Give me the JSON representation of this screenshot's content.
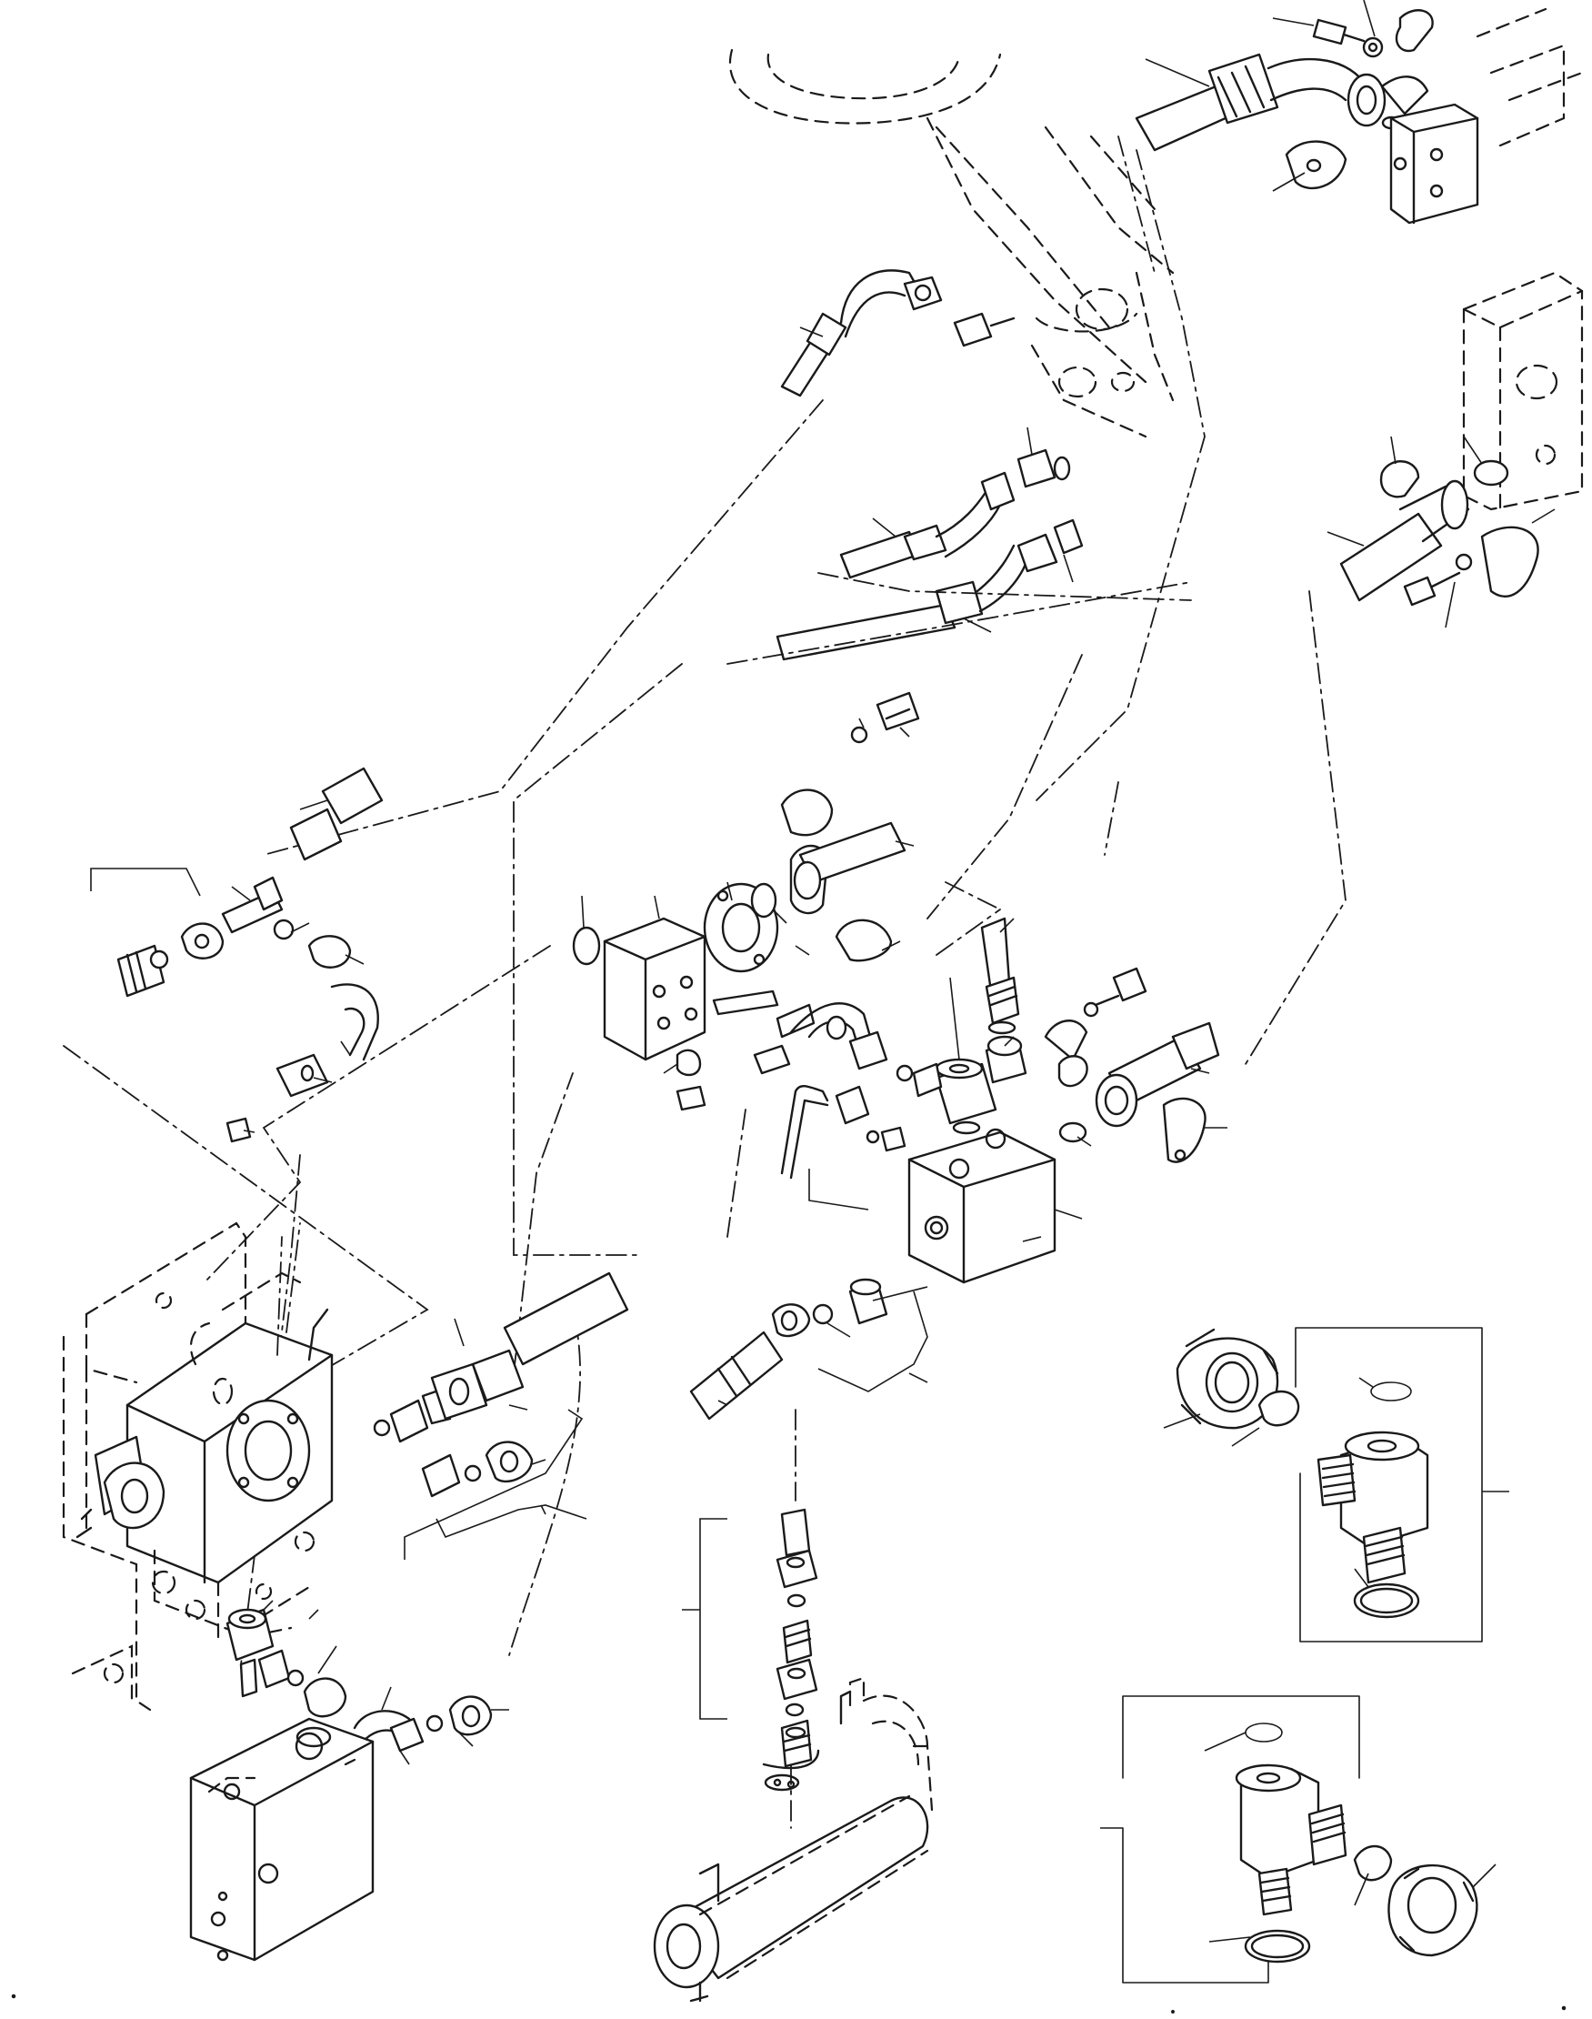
{
  "diagram": {
    "kind": "exploded-parts-drawing",
    "subject": "hydraulic-lines-and-fittings",
    "ink_color": "#1a1a1a",
    "paper_color": "#ffffff",
    "callout_labels_printed": false,
    "detail_insets": 2
  }
}
